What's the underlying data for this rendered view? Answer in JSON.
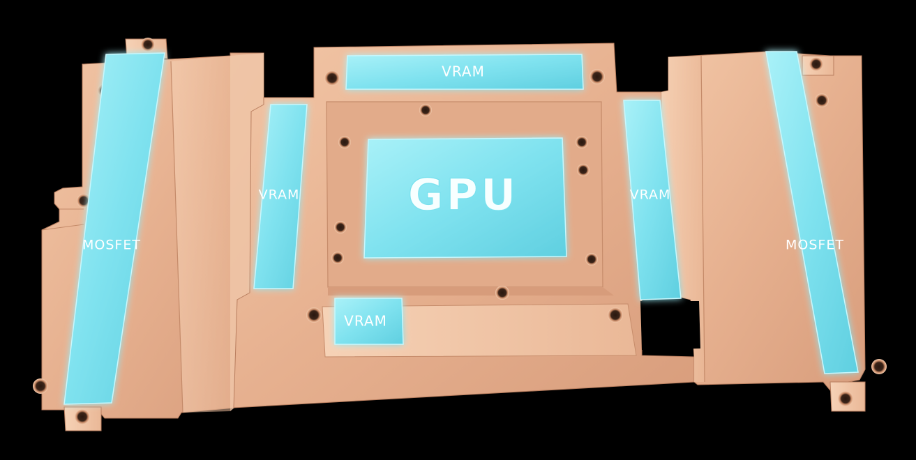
{
  "labels": {
    "gpu": "GPU",
    "vram_top": "VRAM",
    "vram_left": "VRAM",
    "vram_right": "VRAM",
    "vram_bottom": "VRAM",
    "mosfet_left": "MOSFET",
    "mosfet_right": "MOSFET"
  },
  "colors": {
    "background": "#000000",
    "copper": "#e8b493",
    "thermal_pad": "#7fe3f0"
  }
}
